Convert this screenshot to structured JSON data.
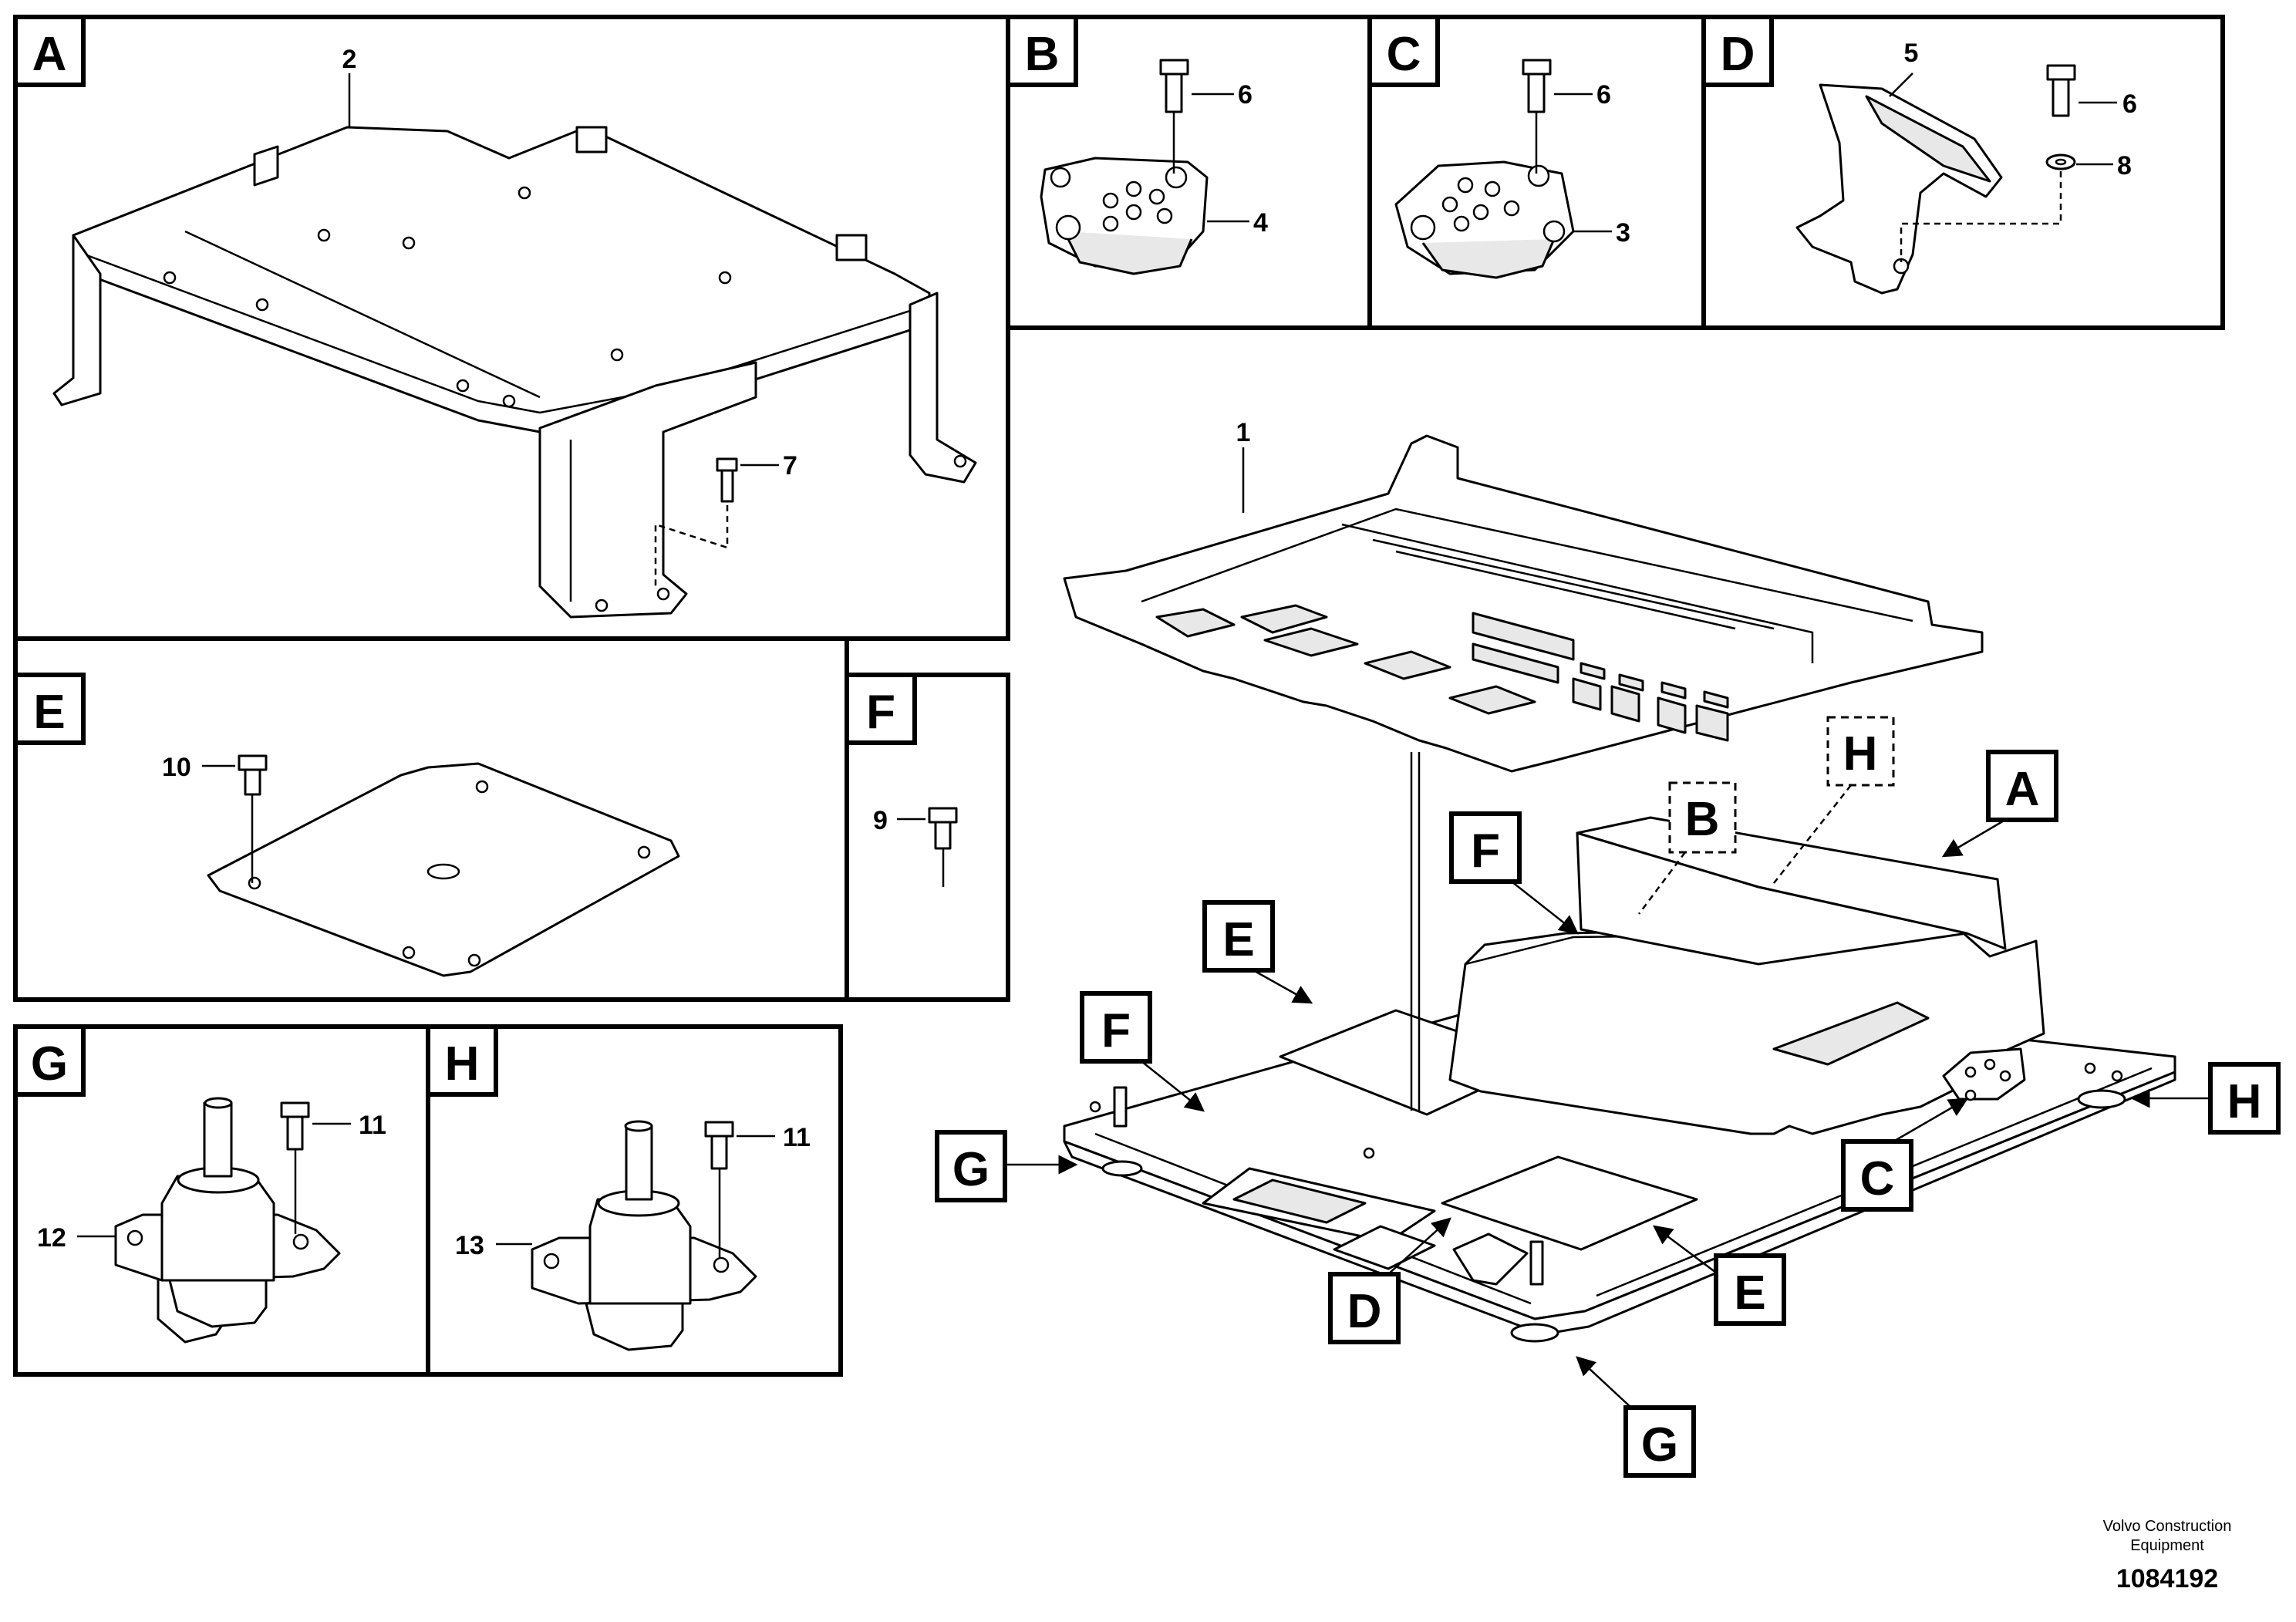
{
  "detail_tags": {
    "A": "A",
    "B": "B",
    "C": "C",
    "D": "D",
    "E": "E",
    "F": "F",
    "G": "G",
    "H": "H"
  },
  "callouts": {
    "p1": "1",
    "p2": "2",
    "p3": "3",
    "p4": "4",
    "p5": "5",
    "p6": "6",
    "p7": "7",
    "p8": "8",
    "p9": "9",
    "p10": "10",
    "p11": "11",
    "p12": "12",
    "p13": "13"
  },
  "footer": {
    "brand_line1": "Volvo Construction",
    "brand_line2": "Equipment",
    "drawing_number": "1084192"
  }
}
